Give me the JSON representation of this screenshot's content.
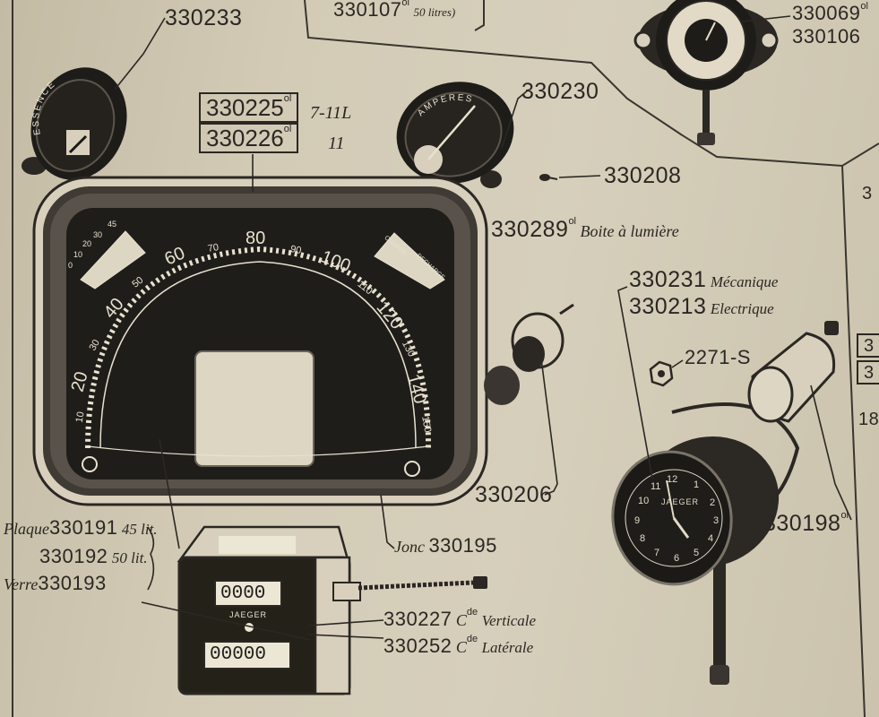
{
  "diagram": {
    "labels": {
      "p330233": "330233",
      "p330107": "330107",
      "p330107_sup": "ol",
      "p330107_note": "50 litres)",
      "p330069": "330069",
      "p330069_sup": "ol",
      "p330106": "330106",
      "p330225": "330225",
      "p330225_sup": "ol",
      "p330225_note": "7-11L",
      "p330226": "330226",
      "p330226_sup": "ol",
      "p330226_note": "11",
      "p330230": "330230",
      "p330208": "330208",
      "p330289": "330289",
      "p330289_sup": "ol",
      "p330289_note": "Boite à lumière",
      "p330231": "330231",
      "p330231_note": "Mécanique",
      "p330213": "330213",
      "p330213_note": "Electrique",
      "p2271s": "2271-S",
      "p330206": "330206",
      "p330198": "330198",
      "p330198_sup": "ol",
      "p18": "18",
      "p3": "3",
      "plaque_prefix": "Plaque",
      "p330191": "330191",
      "p330191_note": "45 lit.",
      "p330192": "330192",
      "p330192_note": "50 lit.",
      "verre_prefix": "Verre",
      "p330193": "330193",
      "jonc_prefix": "Jonc",
      "p330195": "330195",
      "p330227": "330227",
      "p330227_sup": "de",
      "p330227_note": "C",
      "p330227_note2": "Verticale",
      "p330252": "330252",
      "p330252_sup": "de",
      "p330252_note": "C",
      "p330252_note2": "Latérale"
    },
    "gauge_text": {
      "essence": "ESSENCE",
      "amperes": "AMPERES",
      "charge": "CHARGE",
      "decharge": "DECHARGE",
      "jaeger_counter": "JAEGER",
      "jaeger_clock": "JAEGER",
      "trip_counter": "0000",
      "total_counter": "00000",
      "fuel_scale": [
        "0",
        "10",
        "20",
        "30",
        "45"
      ],
      "speed_scale": [
        "10",
        "20",
        "30",
        "40",
        "50",
        "60",
        "70",
        "80",
        "90",
        "100",
        "110",
        "120",
        "130",
        "140",
        "150"
      ],
      "clock_numbers": [
        "12",
        "1",
        "2",
        "3",
        "4",
        "5",
        "6",
        "7",
        "8",
        "9",
        "10",
        "11"
      ]
    }
  }
}
